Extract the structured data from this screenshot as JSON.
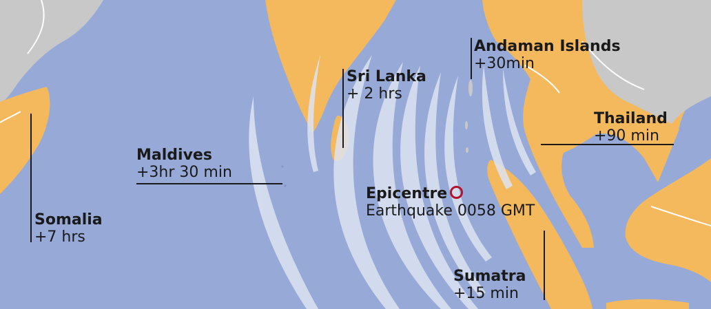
{
  "map": {
    "colors": {
      "sea": "#97a9d6",
      "land": "#f4b95c",
      "other_land": "#c8c8c9",
      "wave": "#dde4f3",
      "epicentre_marker": "#b3122a"
    },
    "labels": {
      "somalia": {
        "name": "Somalia",
        "time": "+7 hrs"
      },
      "maldives": {
        "name": "Maldives",
        "time": "+3hr 30 min"
      },
      "sri_lanka": {
        "name": "Sri Lanka",
        "time": "+ 2 hrs"
      },
      "andaman": {
        "name": "Andaman Islands",
        "time": "+30min"
      },
      "thailand": {
        "name": "Thailand",
        "time": "+90 min"
      },
      "sumatra": {
        "name": "Sumatra",
        "time": "+15 min"
      },
      "epicentre": {
        "name": "Epicentre",
        "detail": "Earthquake 0058 GMT"
      }
    }
  }
}
